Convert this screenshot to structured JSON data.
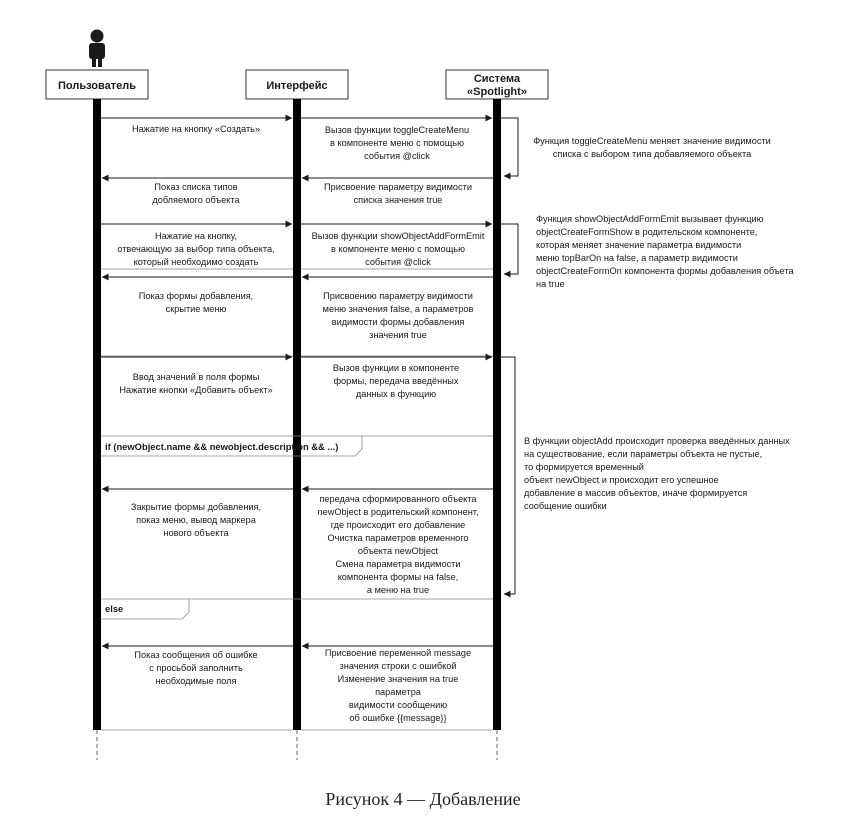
{
  "actors": {
    "user": "Пользователь",
    "interface": "Интерфейс",
    "system_line1": "Система",
    "system_line2": "«Spotlight»"
  },
  "messages": {
    "m1_user": [
      "Нажатие на кнопку «Создать»"
    ],
    "m1_iface": [
      "Вызов функции toggleCreateMenu",
      "в компоненте меню с помощью",
      "события @click"
    ],
    "m2_sys": [
      "Присвоение параметру видимости",
      "списка значения true"
    ],
    "m2_iface": [
      "Показ списка типов",
      "добляемого объекта"
    ],
    "m3_user": [
      "Нажатие на кнопку,",
      "отвечающую за выбор типа объекта,",
      "который необходимо создать"
    ],
    "m3_iface": [
      "Вызов функции showObjectAddFormEmit",
      "в компоненте меню с помощью",
      "события @click"
    ],
    "m4_sys": [
      "Присвоению параметру видимости",
      "меню значения false, а параметров",
      "видимости формы добавления",
      "значения true"
    ],
    "m4_iface": [
      "Показ формы добавления,",
      "скрытие меню"
    ],
    "m5_user": [
      "Ввод значений в поля формы",
      "Нажатие кнопки «Добавить объект»"
    ],
    "m5_iface": [
      "Вызов функции в  компоненте",
      "формы, передача введённых",
      "данных в функцию"
    ],
    "m6_sys": [
      "передача сформированного объекта",
      "newObject в родительский компонент,",
      "где происходит его добавление",
      "Очистка параметров временного",
      "объекта newObject",
      "Смена параметра видимости",
      "компонента формы на false,",
      "а меню на true"
    ],
    "m6_iface": [
      "Закрытие формы добавления,",
      "показ меню, вывод маркера",
      "нового объекта"
    ],
    "m7_sys": [
      "Присвоение переменной message",
      "значения строки с ошибкой",
      "Изменение значения на true",
      "параметра",
      "видимости сообщению",
      "об ошибке {{message}}"
    ],
    "m7_iface": [
      "Показ сообщения об ошибке",
      "с просьбой заполнить",
      "необходимые поля"
    ]
  },
  "notes": {
    "n1": [
      "Функция  toggleCreateMenu меняет значение видимости",
      "списка с выбором типа добавляемого объекта"
    ],
    "n2": [
      "Функция showObjectAddFormEmit вызывает функцию",
      "objectCreateFormShow в родительском компоненте,",
      "которая меняет значение параметра видимости",
      "меню topBarOn на false, а параметр видимости",
      "objectCreateFormOn компонента формы добавления объета",
      "на true"
    ],
    "n3": [
      "В функции objectAdd происходит проверка введённых данных",
      "на существование, если параметры объекта не пустые,",
      "то формируется временный",
      "объект newObject и происходит его успешное",
      "добавление в массив объектов, иначе формируется",
      "сообщение ошибки"
    ]
  },
  "fragments": {
    "if_guard": "if (newObject.name && newobject.description && ...)",
    "else_guard": "else"
  },
  "caption": "Рисунок 4 — Добавление"
}
